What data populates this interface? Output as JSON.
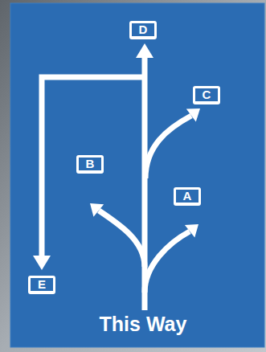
{
  "diagram": {
    "nodes": [
      {
        "text": [
          "D"
        ]
      },
      {
        "text": [
          "C"
        ]
      },
      {
        "text": [
          "B"
        ]
      },
      {
        "text": [
          "A"
        ]
      },
      {
        "text": [
          "E"
        ]
      }
    ],
    "labels": [
      "This Way"
    ]
  }
}
